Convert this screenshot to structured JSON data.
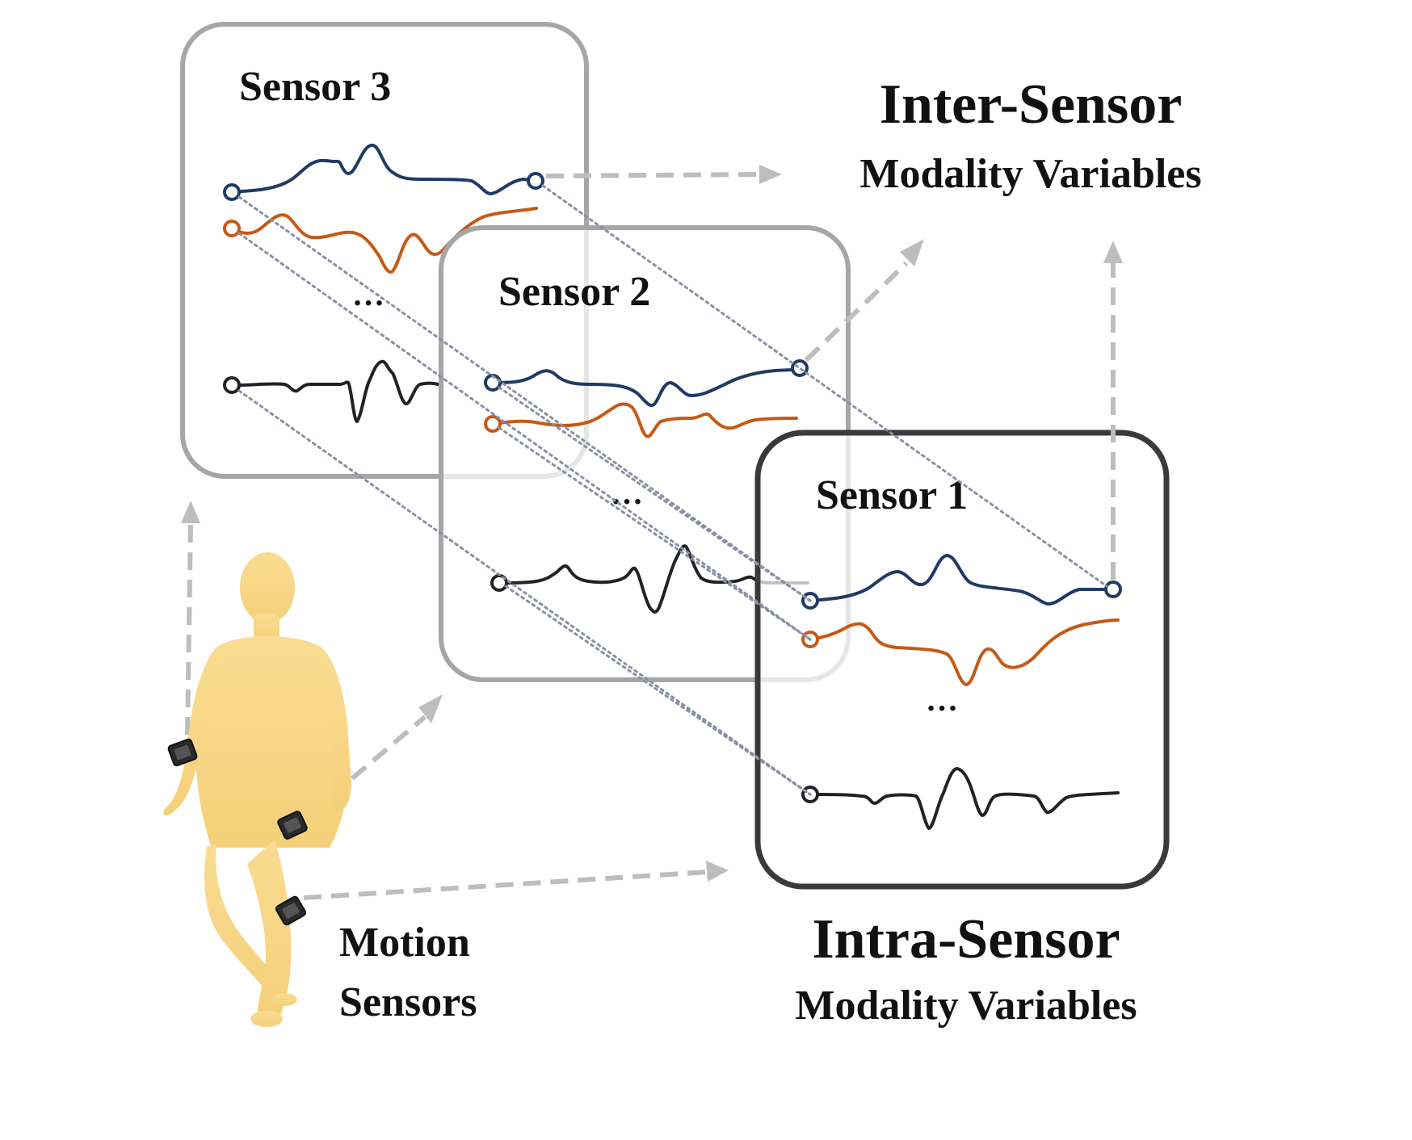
{
  "sensors": [
    {
      "label": "Sensor 3",
      "ellipsis": "…"
    },
    {
      "label": "Sensor 2",
      "ellipsis": "…"
    },
    {
      "label": "Sensor 1",
      "ellipsis": "…"
    }
  ],
  "labels": {
    "inter_title": "Inter-Sensor",
    "inter_subtitle": "Modality Variables",
    "intra_title": "Intra-Sensor",
    "intra_subtitle": "Modality Variables",
    "motion_line1": "Motion",
    "motion_line2": "Sensors"
  },
  "colors": {
    "series_blue": "#1f3a66",
    "series_orange": "#c45a16",
    "series_black": "#222222",
    "box_sensor1": "#3a3a3a",
    "box_back": "#a6a6a6",
    "arrow": "#bdbdbd",
    "dotted_link": "#8a8fa3",
    "human": "#f7d98c"
  },
  "icons": {
    "human": "walking-person-silhouette",
    "sensor_device": "imu-chip-icon"
  }
}
